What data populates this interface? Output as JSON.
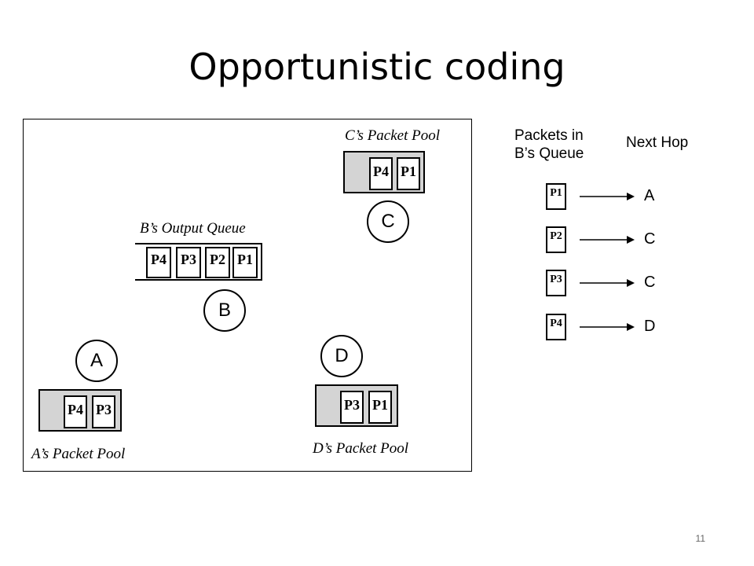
{
  "title": "Opportunistic coding",
  "page_number": "11",
  "diagram": {
    "c_pool": {
      "label": "C’s Packet Pool",
      "packets": [
        "P4",
        "P1"
      ]
    },
    "b_queue": {
      "label": "B’s Output Queue",
      "packets": [
        "P4",
        "P3",
        "P2",
        "P1"
      ]
    },
    "a_pool": {
      "label": "A’s Packet Pool",
      "packets": [
        "P4",
        "P3"
      ]
    },
    "d_pool": {
      "label": "D’s Packet Pool",
      "packets": [
        "P3",
        "P1"
      ]
    },
    "nodes": {
      "a": "A",
      "b": "B",
      "c": "C",
      "d": "D"
    }
  },
  "next_hop_table": {
    "header_packets_line1": "Packets in",
    "header_packets_line2": "B’s Queue",
    "header_next_hop": "Next Hop",
    "rows": [
      {
        "packet": "P1",
        "hop": "A"
      },
      {
        "packet": "P2",
        "hop": "C"
      },
      {
        "packet": "P3",
        "hop": "C"
      },
      {
        "packet": "P4",
        "hop": "D"
      }
    ]
  }
}
